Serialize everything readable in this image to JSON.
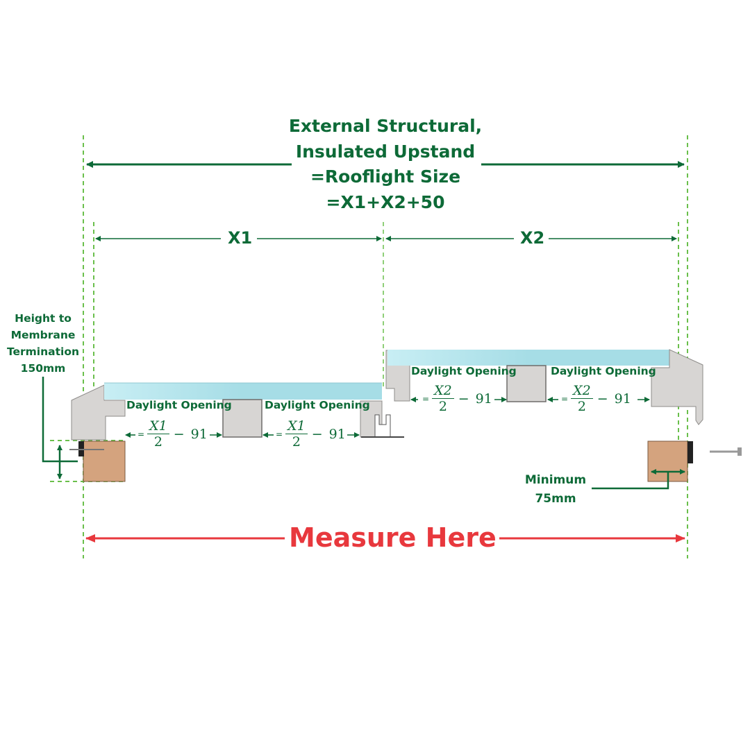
{
  "title": {
    "line1": "External Structural,",
    "line2": "Insulated Upstand",
    "line3": "=Rooflight Size",
    "line4": "=X1+X2+50"
  },
  "dimensions": {
    "x1_label": "X1",
    "x2_label": "X2"
  },
  "panels": {
    "left": {
      "opening_label": "Daylight Opening",
      "formula_var": "X1",
      "formula_den": "2",
      "formula_op": "−",
      "formula_const": "91",
      "formula_eq": "="
    },
    "right": {
      "opening_label": "Daylight Opening",
      "formula_var": "X2",
      "formula_den": "2",
      "formula_op": "−",
      "formula_const": "91",
      "formula_eq": "="
    }
  },
  "height_note": {
    "line1": "Height to",
    "line2": "Membrane",
    "line3": "Termination",
    "line4": "150mm"
  },
  "minimum_note": {
    "line1": "Minimum",
    "line2": "75mm"
  },
  "measure_label": "Measure Here",
  "colors": {
    "green": "#0d6a37",
    "guide_green": "#6abf4b",
    "red": "#e8383d",
    "glass": "#a6dde6",
    "frame": "#d7d5d3",
    "timber": "#d4a37e"
  }
}
